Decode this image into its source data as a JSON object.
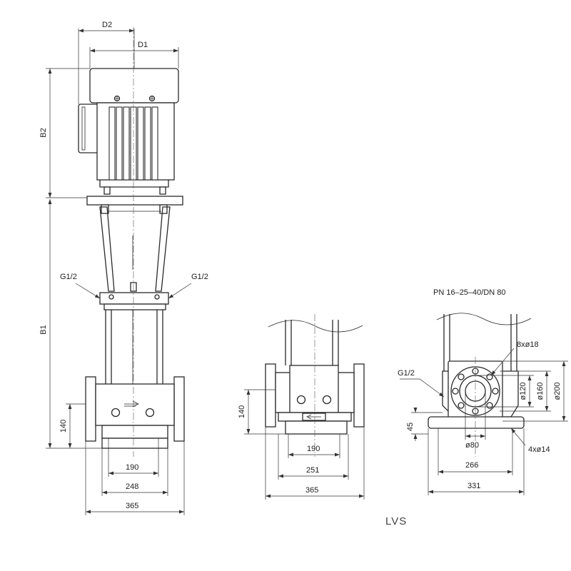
{
  "front_view": {
    "dims": {
      "d2": "D2",
      "d1": "D1",
      "b2": "B2",
      "b1": "B1",
      "h140": "140",
      "w190": "190",
      "w248": "248",
      "w365": "365"
    },
    "ports": {
      "left": "G1/2",
      "right": "G1/2"
    }
  },
  "side_view": {
    "dims": {
      "h140": "140",
      "w190": "190",
      "w251": "251",
      "w365": "365"
    }
  },
  "flange_view": {
    "spec": "PN 16–25–40/DN 80",
    "holes": "8xø18",
    "port": "G1/2",
    "dims": {
      "d120": "ø120",
      "d160": "ø160",
      "d200": "ø200",
      "h45": "45",
      "d80": "ø80",
      "w266": "266",
      "w331": "331",
      "feet": "4xø14"
    }
  },
  "caption": "LVS"
}
